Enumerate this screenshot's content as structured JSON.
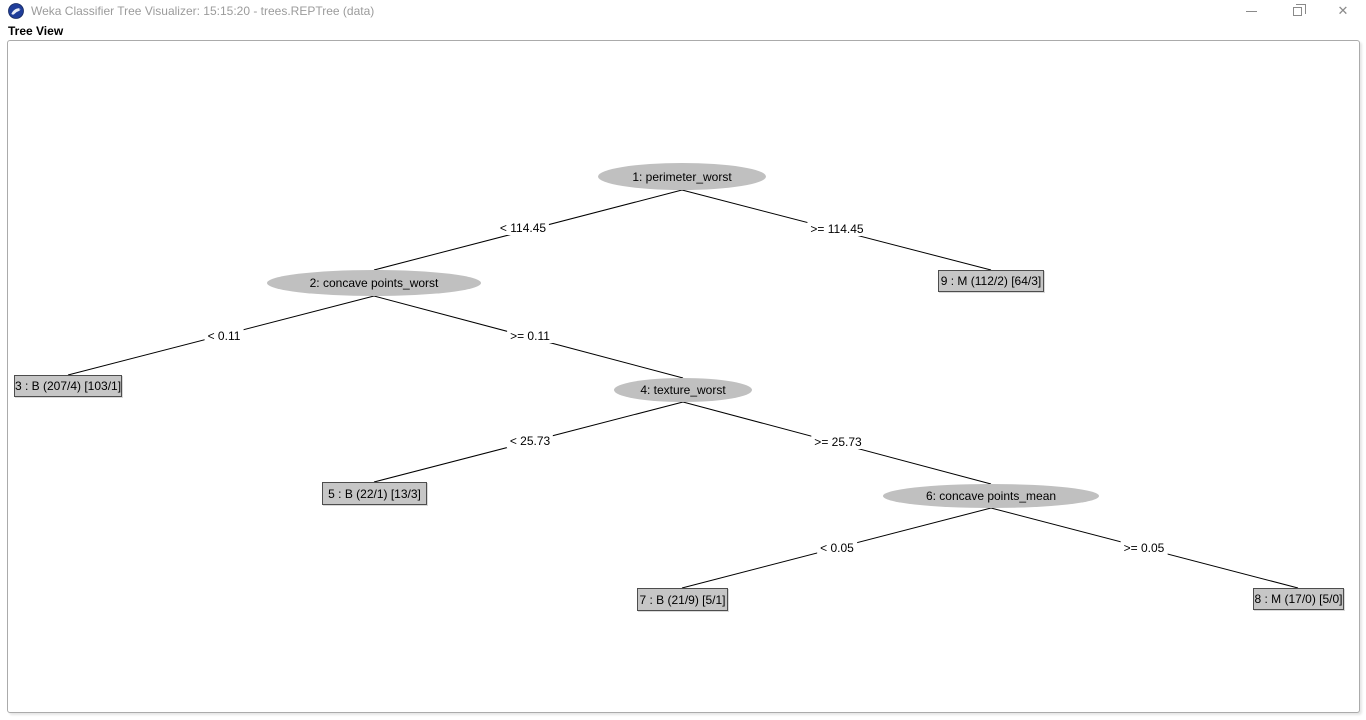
{
  "window": {
    "title": "Weka Classifier Tree Visualizer: 15:15:20 - trees.REPTree (data)",
    "close_glyph": "✕"
  },
  "view": {
    "label": "Tree View"
  },
  "colors": {
    "node_fill": "#c0c0c0",
    "edge_line": "#000000",
    "title_text": "#9b9b9b",
    "panel_border": "#ababab",
    "icon_blue": "#1f3d99"
  },
  "tree": {
    "nodes": [
      {
        "id": "1",
        "type": "decision",
        "label": "1: perimeter_worst"
      },
      {
        "id": "2",
        "type": "decision",
        "label": "2: concave points_worst"
      },
      {
        "id": "3",
        "type": "leaf",
        "label": "3 : B (207/4) [103/1]"
      },
      {
        "id": "4",
        "type": "decision",
        "label": "4: texture_worst"
      },
      {
        "id": "5",
        "type": "leaf",
        "label": "5 : B (22/1) [13/3]"
      },
      {
        "id": "6",
        "type": "decision",
        "label": "6: concave points_mean"
      },
      {
        "id": "7",
        "type": "leaf",
        "label": "7 : B (21/9) [5/1]"
      },
      {
        "id": "8",
        "type": "leaf",
        "label": "8 : M (17/0) [5/0]"
      },
      {
        "id": "9",
        "type": "leaf",
        "label": "9 : M (112/2) [64/3]"
      }
    ],
    "edges": [
      {
        "from": "1",
        "to": "2",
        "label": "< 114.45"
      },
      {
        "from": "1",
        "to": "9",
        "label": ">= 114.45"
      },
      {
        "from": "2",
        "to": "3",
        "label": "< 0.11"
      },
      {
        "from": "2",
        "to": "4",
        "label": ">= 0.11"
      },
      {
        "from": "4",
        "to": "5",
        "label": "< 25.73"
      },
      {
        "from": "4",
        "to": "6",
        "label": ">= 25.73"
      },
      {
        "from": "6",
        "to": "7",
        "label": "< 0.05"
      },
      {
        "from": "6",
        "to": "8",
        "label": ">= 0.05"
      }
    ]
  }
}
